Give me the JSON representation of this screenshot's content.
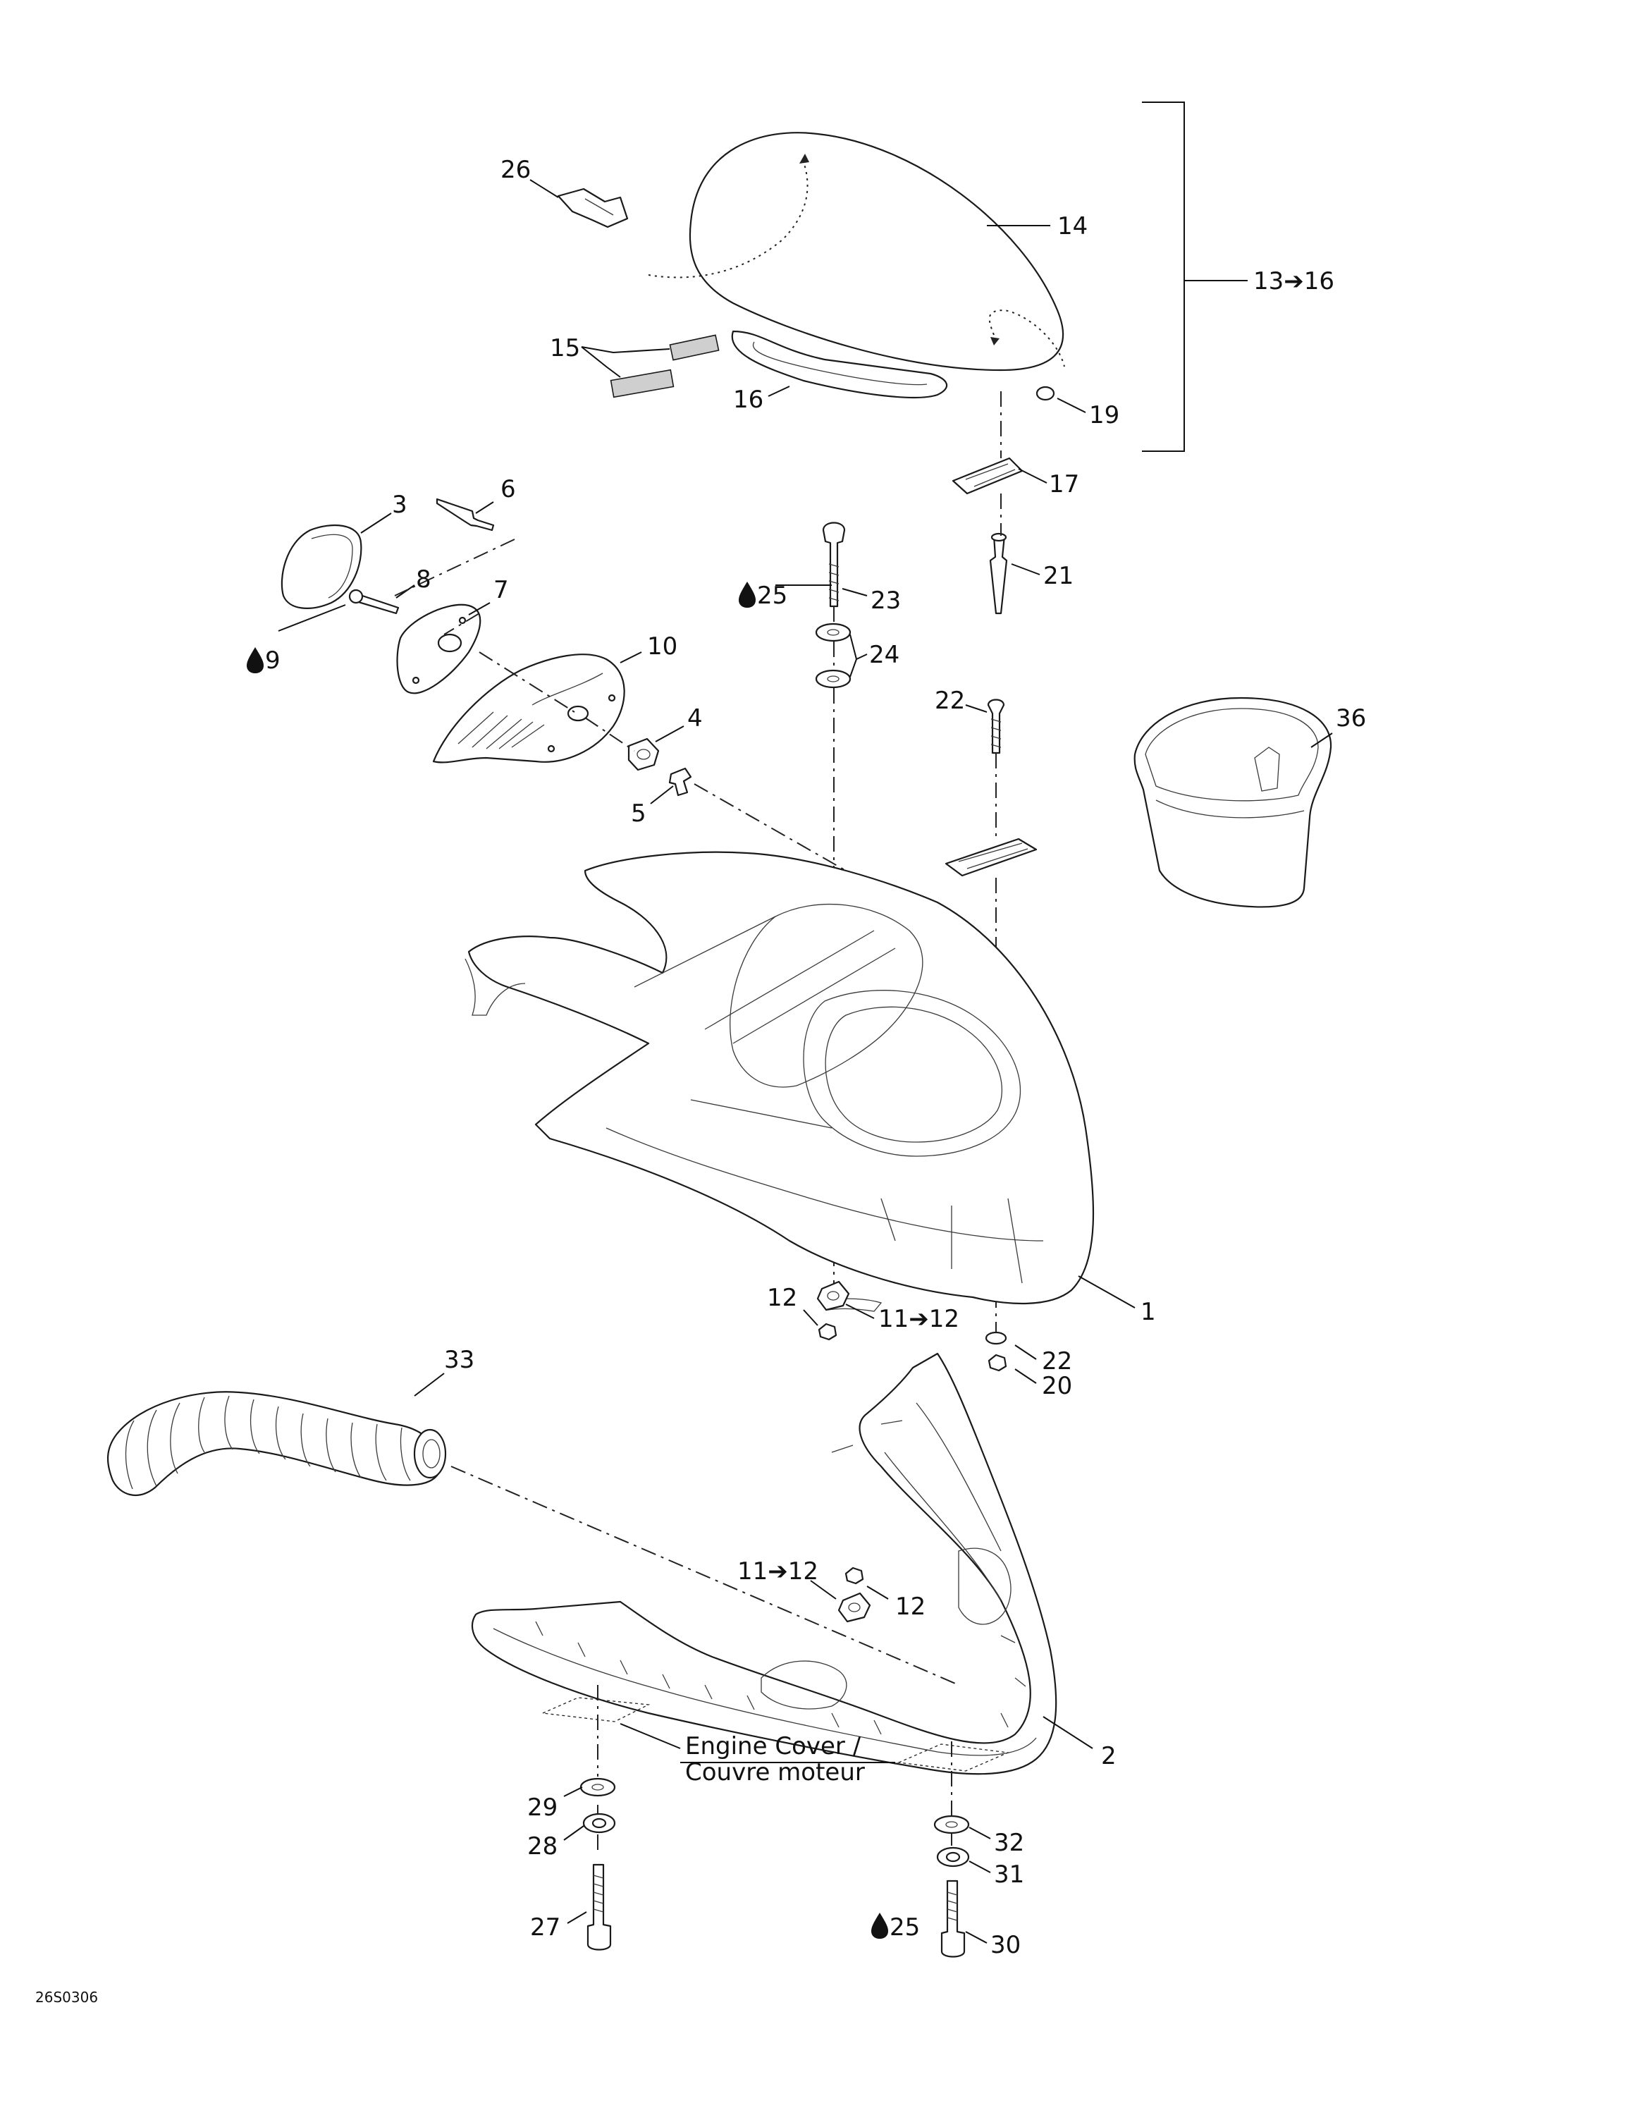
{
  "diagram": {
    "drawing_code": "26S0306",
    "callouts": {
      "c1": "1",
      "c2": "2",
      "c3": "3",
      "c4": "4",
      "c5": "5",
      "c6": "6",
      "c7": "7",
      "c8": "8",
      "c9": "9",
      "c10": "10",
      "c11a": "11➔12",
      "c11b": "11➔12",
      "c12a": "12",
      "c12b": "12",
      "c13": "13➔16",
      "c14": "14",
      "c15": "15",
      "c16": "16",
      "c17": "17",
      "c19": "19",
      "c20": "20",
      "c21": "21",
      "c22a": "22",
      "c22b": "22",
      "c23": "23",
      "c24": "24",
      "c25a": "25",
      "c25b": "25",
      "c26": "26",
      "c27": "27",
      "c28": "28",
      "c29": "29",
      "c30": "30",
      "c31": "31",
      "c32": "32",
      "c33": "33",
      "c36": "36"
    },
    "engine_cover_note": {
      "line1": "Engine Cover /",
      "line2": "Couvre moteur"
    },
    "icons": [
      "oil-drop-icon"
    ]
  }
}
